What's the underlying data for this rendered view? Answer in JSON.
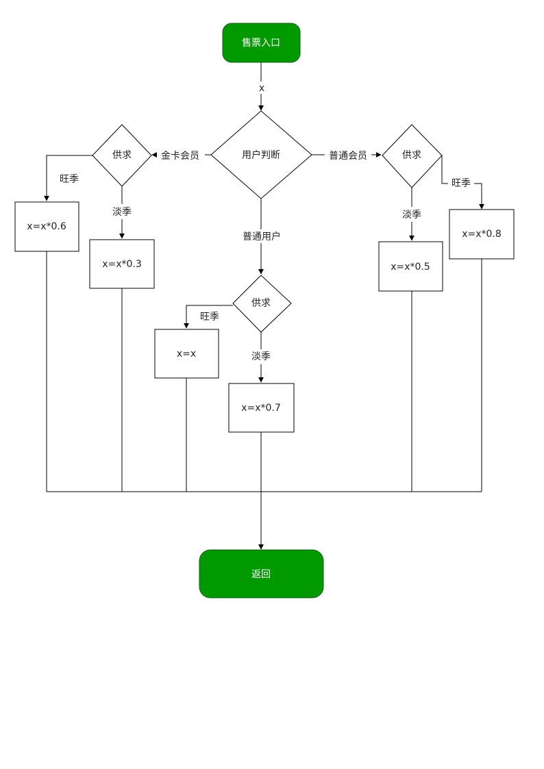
{
  "colors": {
    "terminal_fill": "#009900",
    "line": "#000000"
  },
  "nodes": {
    "start": "售票入口",
    "user_decision": "用户判断",
    "demand_gold": "供求",
    "demand_normal_member": "供求",
    "demand_normal_user": "供求",
    "gold_peak_calc": "x=x*0.6",
    "gold_low_calc": "x=x*0.3",
    "member_low_calc": "x=x*0.5",
    "member_peak_calc": "x=x*0.8",
    "user_peak_calc": "x=x",
    "user_low_calc": "x=x*0.7",
    "end": "返回"
  },
  "edges": {
    "start_to_decision": "x",
    "gold_member": "金卡会员",
    "normal_member": "普通会员",
    "normal_user": "普通用户",
    "gold_peak": "旺季",
    "gold_low": "淡季",
    "member_low": "淡季",
    "member_peak": "旺季",
    "user_peak": "旺季",
    "user_low": "淡季"
  }
}
